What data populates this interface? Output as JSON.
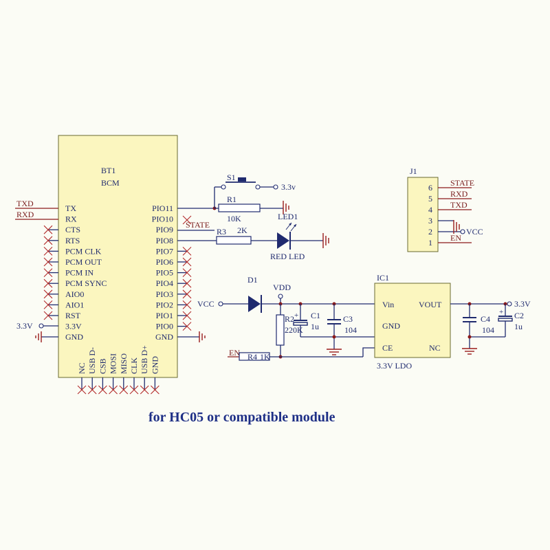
{
  "caption": "for HC05 or compatible module",
  "bt1": {
    "ref": "BT1",
    "value": "BCM",
    "left_pins": [
      "TX",
      "RX",
      "CTS",
      "RTS",
      "PCM CLK",
      "PCM OUT",
      "PCM IN",
      "PCM SYNC",
      "AIO0",
      "AIO1",
      "RST",
      "3.3V",
      "GND"
    ],
    "right_pins": [
      "PIO11",
      "PIO10",
      "PIO9",
      "PIO8",
      "PIO7",
      "PIO6",
      "PIO5",
      "PIO4",
      "PIO3",
      "PIO2",
      "PIO1",
      "PIO0",
      "GND"
    ],
    "bottom_pins": [
      "NC",
      "USB D-",
      "CSB",
      "MOSI",
      "MISO",
      "CLK",
      "USB D+",
      "GND"
    ]
  },
  "nets": {
    "txd": "TXD",
    "rxd": "RXD",
    "v33_left": "3.3V",
    "state": "STATE",
    "v33_switch": "3.3v",
    "vcc": "VCC",
    "vdd": "VDD",
    "en": "EN",
    "v33_out": "3.3V"
  },
  "s1": {
    "ref": "S1"
  },
  "r1": {
    "ref": "R1",
    "value": "10K"
  },
  "led1": {
    "ref": "LED1",
    "value": "RED LED"
  },
  "r3": {
    "ref": "R3",
    "value": "2K"
  },
  "d1": {
    "ref": "D1"
  },
  "r2": {
    "ref": "R2",
    "value": "220K"
  },
  "r4": {
    "ref": "R4",
    "value": "1K"
  },
  "c1": {
    "ref": "C1",
    "value": "1u"
  },
  "c3": {
    "ref": "C3",
    "value": "104"
  },
  "c4": {
    "ref": "C4",
    "value": "104"
  },
  "c2": {
    "ref": "C2",
    "value": "1u"
  },
  "ic1": {
    "ref": "IC1",
    "value": "3.3V LDO",
    "pins": {
      "vin": "Vin",
      "gnd": "GND",
      "ce": "CE",
      "vout": "VOUT",
      "nc": "NC"
    }
  },
  "j1": {
    "ref": "J1",
    "pins": [
      {
        "num": "6",
        "net": "STATE"
      },
      {
        "num": "5",
        "net": "RXD"
      },
      {
        "num": "4",
        "net": "TXD"
      },
      {
        "num": "3",
        "net": ""
      },
      {
        "num": "2",
        "net": "VCC"
      },
      {
        "num": "1",
        "net": "EN"
      }
    ]
  }
}
